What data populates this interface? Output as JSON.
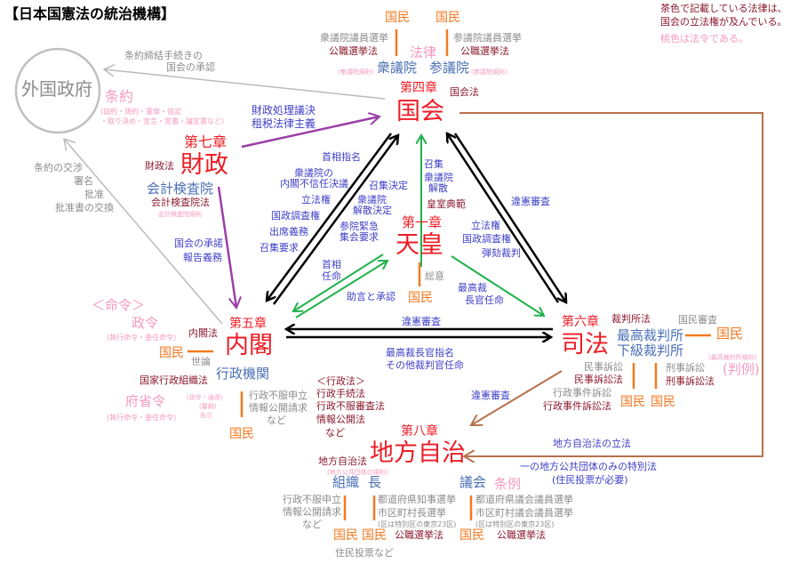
{
  "title": "【日本国憲法の統治機構】",
  "note": {
    "l1": "茶色で記載している法律は、",
    "l2": "国会の立法権が及んでいる。",
    "l3": "桃色は法令である。"
  },
  "colors": {
    "heading": "#ee1c25",
    "organ": "#4a6fb5",
    "relation": "#3f3fc8",
    "law": "#8b1a2e",
    "ordinance": "#f59abf",
    "people": "#f27a22",
    "foreign": "#8c8c8c"
  },
  "diet": {
    "chapter": "第四章",
    "name": "国会",
    "law": "国会法",
    "people1": "国民",
    "people2": "国民",
    "lower_election": "衆議院議員選挙",
    "lower_law": "公職選挙法",
    "upper_election": "参議院議員選挙",
    "upper_law": "公職選挙法",
    "statute": "法律",
    "lower": "衆議院",
    "upper": "参議院",
    "lower_rules": "(衆議院規則)",
    "upper_rules": "(参議院規則)"
  },
  "foreign": {
    "name": "外国政府",
    "approval1": "条約締結手続きの",
    "approval2": "国会の承認",
    "treaty": "条約",
    "treaty_note1": "(協約・規約・憲章・協定",
    "treaty_note2": "・取り決め・宣言・覚書・議定書など)",
    "nego1": "条約の交渉",
    "nego2": "署名",
    "nego3": "批准",
    "nego4": "批准書の交換"
  },
  "finance": {
    "chapter": "第七章",
    "name": "財政",
    "law": "財政法",
    "to_diet1": "財政処理議決",
    "to_diet2": "租税法律主義",
    "audit": "会計検査院",
    "audit_law": "会計検査院法",
    "audit_rules": "会計検査院規則",
    "to_cabinet1": "国会の承諾",
    "to_cabinet2": "報告義務"
  },
  "diet_cabinet": {
    "l1": "首相指名",
    "l2": "衆議院の",
    "l3": "内閣不信任決議",
    "l4": "立法権",
    "l5": "国政調査権",
    "l6": "出席義務",
    "l7": "召集要求",
    "r1": "召集決定",
    "r2": "衆議院",
    "r3": "解散決定",
    "r4": "参院緊急",
    "r5": "集会要求"
  },
  "emperor": {
    "chapter": "第一章",
    "name": "天皇",
    "law": "皇室典範",
    "to_diet1": "召集",
    "to_diet2": "衆議院",
    "to_diet3": "解散",
    "appoint1": "首相",
    "appoint2": "任命",
    "advice": "助言と承認",
    "consent": "総意",
    "people": "国民",
    "court1": "最高裁",
    "court2": "長官任命"
  },
  "diet_court": {
    "review": "違憲審査",
    "l1": "立法権",
    "l2": "国政調査権",
    "l3": "弾劾裁判"
  },
  "cabinet_court": {
    "review": "違憲審査",
    "appoint1": "最高裁長官指名",
    "appoint2": "その他裁判官任命"
  },
  "cabinet": {
    "chapter": "第五章",
    "name": "内閣",
    "law": "内閣法",
    "orders": "＜命令＞",
    "cabinet_order": "政令",
    "cabinet_order_note": "(執行命令・委任命令)",
    "people": "国民",
    "opinion": "世論",
    "agencies": "行政機関",
    "org_law": "国家行政組織法",
    "ministry_order": "府省令",
    "ministry_order_note": "(執行命令・委任命令)",
    "directive1": "(訓令・通達)",
    "directive2": "(要綱)",
    "directive3": "告示",
    "appeal1": "行政不服申立",
    "appeal2": "情報公開請求",
    "appeal3": "など",
    "people2": "国民",
    "admin_law": "＜行政法＞",
    "admin1": "行政手続法",
    "admin2": "行政不服審査法",
    "admin3": "情報公開法",
    "admin4": "など"
  },
  "judiciary": {
    "chapter": "第六章",
    "name": "司法",
    "law": "裁判所法",
    "review_people": "国民審査",
    "supreme": "最高裁判所",
    "people": "国民",
    "lower": "下級裁判所",
    "rules": "(最高裁判所規則)",
    "precedent": "(判例)",
    "civil": "民事訴訟",
    "civil_law": "民事訴訟法",
    "criminal": "刑事訴訟",
    "criminal_law": "刑事訴訟法",
    "admin": "行政事件訴訟",
    "admin_law": "行政事件訴訟法",
    "people2": "国民",
    "people3": "国民",
    "review": "違憲審査"
  },
  "local": {
    "legislation": "地方自治法の立法",
    "special1": "一の地方公共団体のみの特別法",
    "special2": "(住民投票が必要)",
    "chapter": "第八章",
    "name": "地方自治",
    "law": "地方自治法",
    "rules": "(地方公共団体の規則)",
    "org": "組織",
    "head": "長",
    "assembly": "議会",
    "bylaw": "条例",
    "appeal1": "行政不服申立",
    "appeal2": "情報公開請求",
    "appeal3": "など",
    "head_e1": "都道府県知事選挙",
    "head_e2": "市区町村長選挙",
    "head_e3": "(区は特別区の東京23区)",
    "asm_e1": "都道府県議会議員選挙",
    "asm_e2": "市区町村議会議員選挙",
    "asm_e3": "(区は特別区の東京23区)",
    "people1": "国民",
    "people2": "国民",
    "elect_law1": "公職選挙法",
    "people3": "国民",
    "elect_law2": "公職選挙法",
    "referendum": "住民投票など"
  }
}
